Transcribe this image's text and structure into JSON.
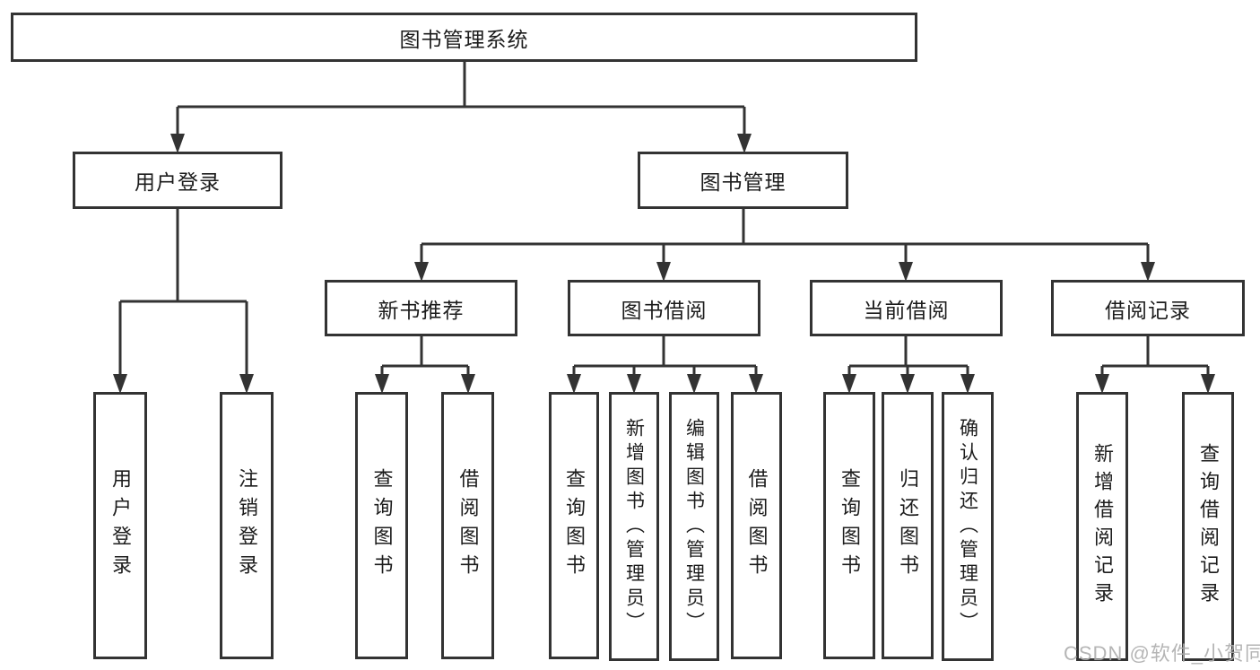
{
  "watermark": "CSDN @软件_小贺同学",
  "tree": {
    "root": {
      "label": "图书管理系统"
    },
    "children": [
      {
        "label": "用户登录",
        "children": [
          {
            "label": "用户登录"
          },
          {
            "label": "注销登录"
          }
        ]
      },
      {
        "label": "图书管理",
        "children": [
          {
            "label": "新书推荐",
            "children": [
              {
                "label": "查询图书"
              },
              {
                "label": "借阅图书"
              }
            ]
          },
          {
            "label": "图书借阅",
            "children": [
              {
                "label": "查询图书"
              },
              {
                "label": "新增图书（管理员）"
              },
              {
                "label": "编辑图书（管理员）"
              },
              {
                "label": "借阅图书"
              }
            ]
          },
          {
            "label": "当前借阅",
            "children": [
              {
                "label": "查询图书"
              },
              {
                "label": "归还图书"
              },
              {
                "label": "确认归还（管理员）"
              }
            ]
          },
          {
            "label": "借阅记录",
            "children": [
              {
                "label": "新增借阅记录"
              },
              {
                "label": "查询借阅记录"
              }
            ]
          }
        ]
      }
    ]
  }
}
